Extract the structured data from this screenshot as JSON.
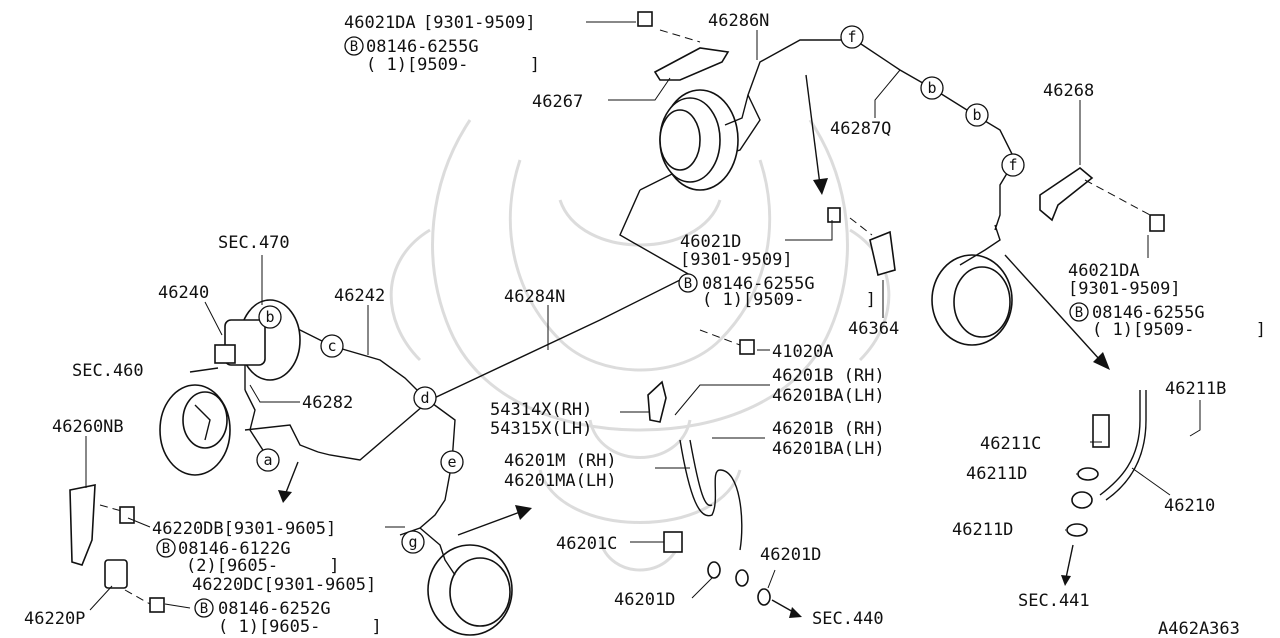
{
  "figure_code": "A462A363",
  "parts": {
    "p46021DA_top": "46021DA",
    "p46021DA_top_range": "[9301-9509]",
    "p08146_6255G_top": "08146-6255G",
    "p08146_6255G_top_qty": "( 1)[9509-      ]",
    "p46286N": "46286N",
    "p46267": "46267",
    "p46287Q": "46287Q",
    "p46268": "46268",
    "p46021D": "46021D",
    "p46021D_range": "[9301-9509]",
    "p08146_6255G_mid": "08146-6255G",
    "p08146_6255G_mid_qty": "( 1)[9509-      ]",
    "p46364": "46364",
    "p46021DA_right": "46021DA",
    "p46021DA_right_range": "[9301-9509]",
    "p08146_6255G_right": "08146-6255G",
    "p08146_6255G_right_qty": "( 1)[9509-      ]",
    "sec470": "SEC.470",
    "p46240": "46240",
    "p46242": "46242",
    "p46284N": "46284N",
    "sec460": "SEC.460",
    "p46282": "46282",
    "p46260NB": "46260NB",
    "p41020A": "41020A",
    "p46201B_rh_1": "46201B (RH)",
    "p46201BA_lh_1": "46201BA(LH)",
    "p54314X": "54314X(RH)",
    "p54315X": "54315X(LH)",
    "p46201B_rh_2": "46201B (RH)",
    "p46201BA_lh_2": "46201BA(LH)",
    "p46201M": "46201M (RH)",
    "p46201MA": "46201MA(LH)",
    "p46211B": "46211B",
    "p46211C": "46211C",
    "p46211D_1": "46211D",
    "p46210": "46210",
    "p46211D_2": "46211D",
    "sec441": "SEC.441",
    "p46220DB": "46220DB[9301-9605]",
    "p08146_6122G": "08146-6122G",
    "p08146_6122G_qty": "(2)[9605-     ]",
    "p46220DC": "46220DC[9301-9605]",
    "p46220P": "46220P",
    "p08146_6252G": "08146-6252G",
    "p08146_6252G_qty": "( 1)[9605-     ]",
    "p46201C": "46201C",
    "p46201D_1": "46201D",
    "p46201D_2": "46201D",
    "sec440": "SEC.440"
  },
  "markers": {
    "a": "a",
    "b": "b",
    "c": "c",
    "d": "d",
    "e": "e",
    "f": "f",
    "g": "g",
    "bolt_symbol": "B"
  }
}
